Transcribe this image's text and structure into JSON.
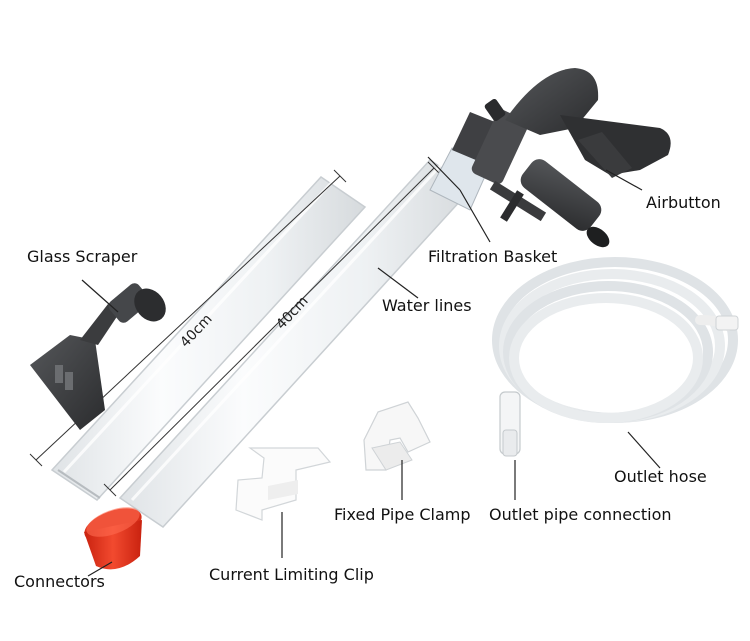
{
  "labels": {
    "glass_scraper": "Glass Scraper",
    "filtration_basket": "Filtration Basket",
    "airbutton": "Airbutton",
    "water_lines": "Water lines",
    "outlet_hose": "Outlet hose",
    "fixed_pipe_clamp": "Fixed Pipe Clamp",
    "outlet_pipe_connection": "Outlet pipe connection",
    "current_limiting_clip": "Current Limiting Clip",
    "connectors": "Connectors"
  },
  "dimensions": {
    "tube_left_length": "40cm",
    "tube_right_length": "40cm"
  },
  "colors": {
    "body_dark": "#3a3b3d",
    "tube_clear": "#eef1f3",
    "connector_red": "#e8321e",
    "clip_white": "#fafafa"
  }
}
